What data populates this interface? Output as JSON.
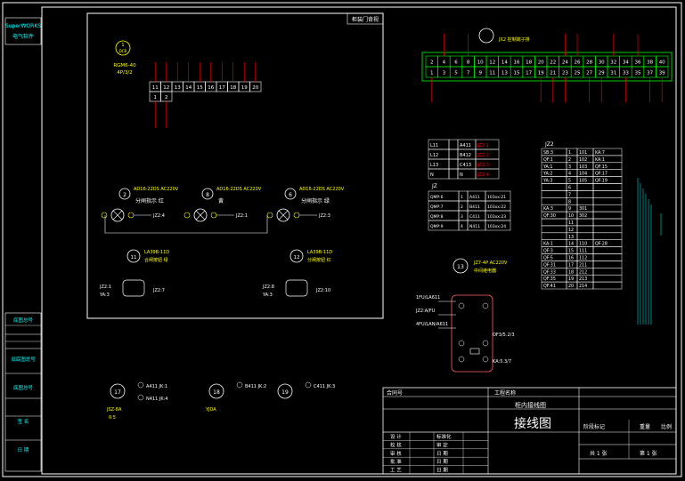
{
  "sidebar": {
    "brand_top": "SuperWORKS",
    "brand_sub": "电气软件",
    "labels": [
      "底图总号",
      "旧底图总号",
      "底图总号",
      "签 名",
      "日 期"
    ]
  },
  "panel": {
    "view_label": "柜装门背视",
    "fuse": {
      "id": "1",
      "tag": "DCB",
      "model": "RGM6-40",
      "rating": "4P/3/2"
    },
    "top_terminals": [
      "11",
      "12",
      "13",
      "14",
      "15",
      "16",
      "17",
      "18",
      "19",
      "20"
    ],
    "top_terminals_row2": [
      "1",
      "2"
    ],
    "lamps": [
      {
        "id": "2",
        "model": "AD16-22DS AC220V",
        "label": "分闸指示 红",
        "term": "JZ2:4"
      },
      {
        "id": "8",
        "model": "AD16-22DS AC220V",
        "label": "黄",
        "term": "JZ2:1"
      },
      {
        "id": "6",
        "model": "AD16-22DS AC220V",
        "label": "分闸指示 绿",
        "term": "JZ2:3"
      }
    ],
    "buttons": [
      {
        "id": "11",
        "model": "LA39B-11D",
        "label": "合闸按钮 绿",
        "left": [
          "JZ2:1",
          "YA:3"
        ],
        "right": "JZ2:7"
      },
      {
        "id": "12",
        "model": "LA39B-11D",
        "label": "分闸按钮 红",
        "left": [
          "JZ2:8",
          "YA:3"
        ],
        "right": "JZ2:10"
      }
    ]
  },
  "terminal_block": {
    "title": "JX2 控制端子排",
    "upper": [
      "2",
      "4",
      "6",
      "8",
      "10",
      "12",
      "14",
      "16",
      "18",
      "20",
      "22",
      "24",
      "26",
      "28",
      "30",
      "32",
      "34",
      "36",
      "38",
      "40"
    ],
    "lower": [
      "1",
      "3",
      "5",
      "7",
      "9",
      "11",
      "13",
      "15",
      "17",
      "19",
      "21",
      "23",
      "25",
      "27",
      "29",
      "31",
      "33",
      "35",
      "37",
      "39"
    ]
  },
  "jz1": {
    "title": "JZ",
    "rows": [
      [
        "L11",
        "",
        "A411",
        "JZ2:1"
      ],
      [
        "L12",
        "",
        "B412",
        "JZ2:2"
      ],
      [
        "L13",
        "",
        "C413",
        "JZ2:3"
      ],
      [
        "N",
        "",
        "N",
        "JZ2:4"
      ]
    ]
  },
  "jz2": {
    "title": "JZ2",
    "rows": [
      [
        "SB:3",
        "1",
        "101",
        "KA:7"
      ],
      [
        "QF:1",
        "2",
        "102",
        "KA:1"
      ],
      [
        "YA:1",
        "3",
        "103",
        "QF:15"
      ],
      [
        "YA:2",
        "4",
        "104",
        "QF:17"
      ],
      [
        "YA:3",
        "5",
        "105",
        "QF:19"
      ],
      [
        "",
        "6",
        "",
        ""
      ],
      [
        "",
        "7",
        "",
        ""
      ],
      [
        "",
        "8",
        "",
        ""
      ],
      [
        "KA:3",
        "9",
        "301",
        ""
      ],
      [
        "QF:30",
        "10",
        "302",
        ""
      ],
      [
        "",
        "11",
        "",
        ""
      ],
      [
        "",
        "12",
        "",
        ""
      ],
      [
        "",
        "13",
        "",
        ""
      ],
      [
        "KA:1",
        "14",
        "110",
        "QF:28"
      ],
      [
        "QF:3",
        "15",
        "111",
        ""
      ],
      [
        "QF:5",
        "16",
        "112",
        ""
      ],
      [
        "QF:31",
        "17",
        "211",
        ""
      ],
      [
        "QF:33",
        "18",
        "212",
        ""
      ],
      [
        "QF:35",
        "19",
        "213",
        ""
      ],
      [
        "QF:41",
        "20",
        "214",
        ""
      ]
    ]
  },
  "relay": {
    "id": "13",
    "model": "JZ7-4P AC220V",
    "label": "中间继电器",
    "left_labels": [
      "1FU/LA611",
      "JZ2:A/FU",
      "4FU/LAN/A611"
    ],
    "right_labels": [
      "OF3/5.2/3",
      "KA:5.3/7"
    ]
  },
  "bottom_components": [
    {
      "id": "17",
      "model": "JSZ-8A",
      "sub": "0.5",
      "links": [
        "A411 JK:1",
        "N411 JK:4"
      ]
    },
    {
      "id": "18",
      "model": "YJDA",
      "sub": "",
      "links": [
        "B411 JK:2"
      ]
    },
    {
      "id": "19",
      "model": "",
      "sub": "",
      "links": [
        "C411 JK:3"
      ]
    }
  ],
  "title_block": {
    "contract_no": "合同号",
    "project_name": "工程名称",
    "drawing_name": "接线图",
    "subtitle": "柜内接线图",
    "row_labels": [
      "设 计",
      "校 核",
      "审 核",
      "批 准",
      "工 艺"
    ],
    "row_labels2": [
      "标准化",
      "审 定",
      "日 期",
      "日 期",
      "日 期"
    ],
    "stage_label": "阶段标记",
    "weight_label": "重量",
    "scale_label": "比例",
    "sheets": "共 1 张",
    "sheet": "第 1 张"
  },
  "colors": {
    "background": "#000000",
    "frame": "#ffffff",
    "component": "#ffff00",
    "terminal": "#00ff00",
    "wire_label": "#ff0000",
    "table_line": "#00ffff",
    "label_text": "#ffffff"
  }
}
